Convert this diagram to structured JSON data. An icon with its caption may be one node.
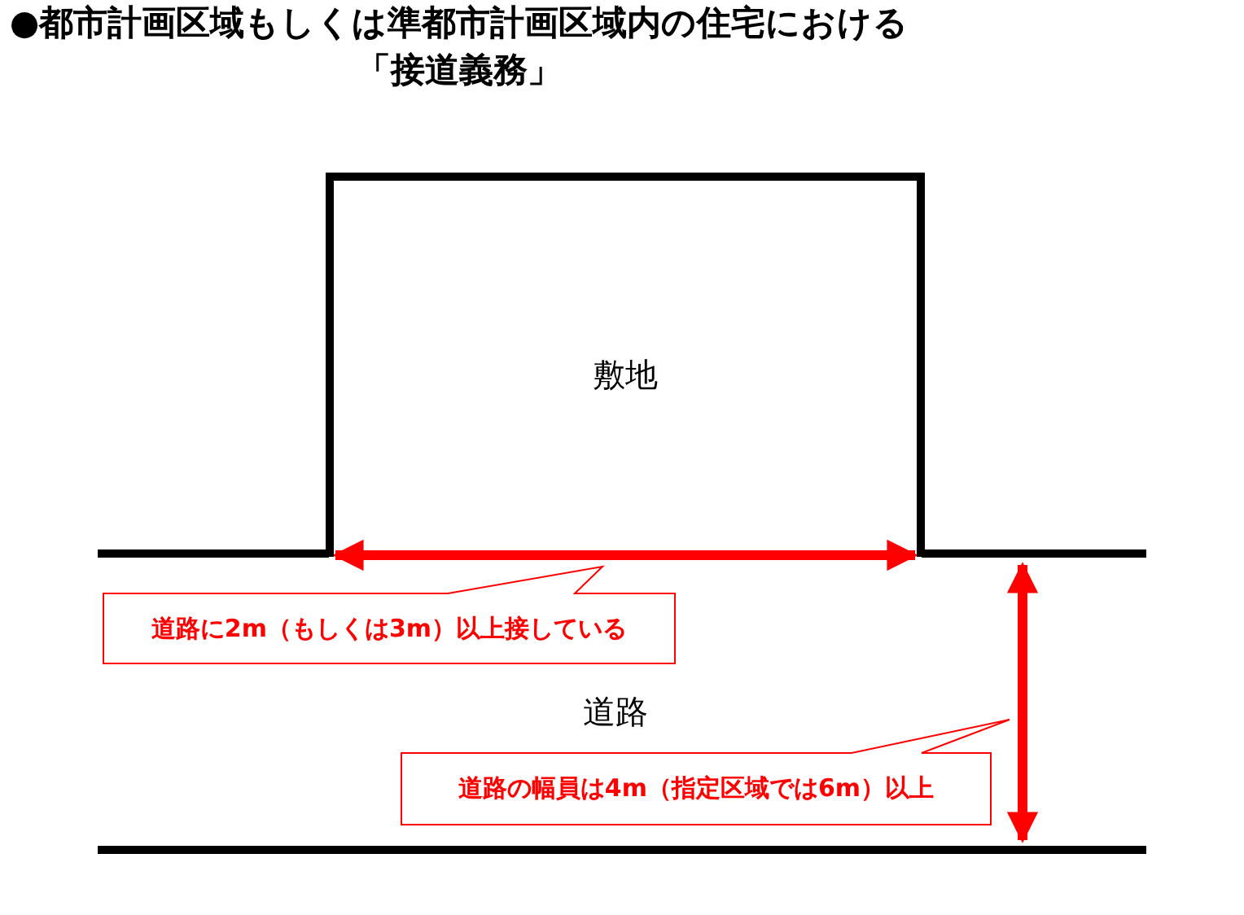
{
  "diagram": {
    "title": "●都市計画区域もしくは準都市計画区域内の住宅における「接道義務」",
    "nodes": [
      {
        "text": [
          "敷地"
        ]
      },
      {
        "text": [
          "道路"
        ]
      },
      {
        "text": [
          "道路に2m（もしくは3m）以上接している"
        ]
      },
      {
        "text": [
          "道路の幅員は4m（指定区域では6m）以上"
        ]
      }
    ],
    "edges": []
  }
}
